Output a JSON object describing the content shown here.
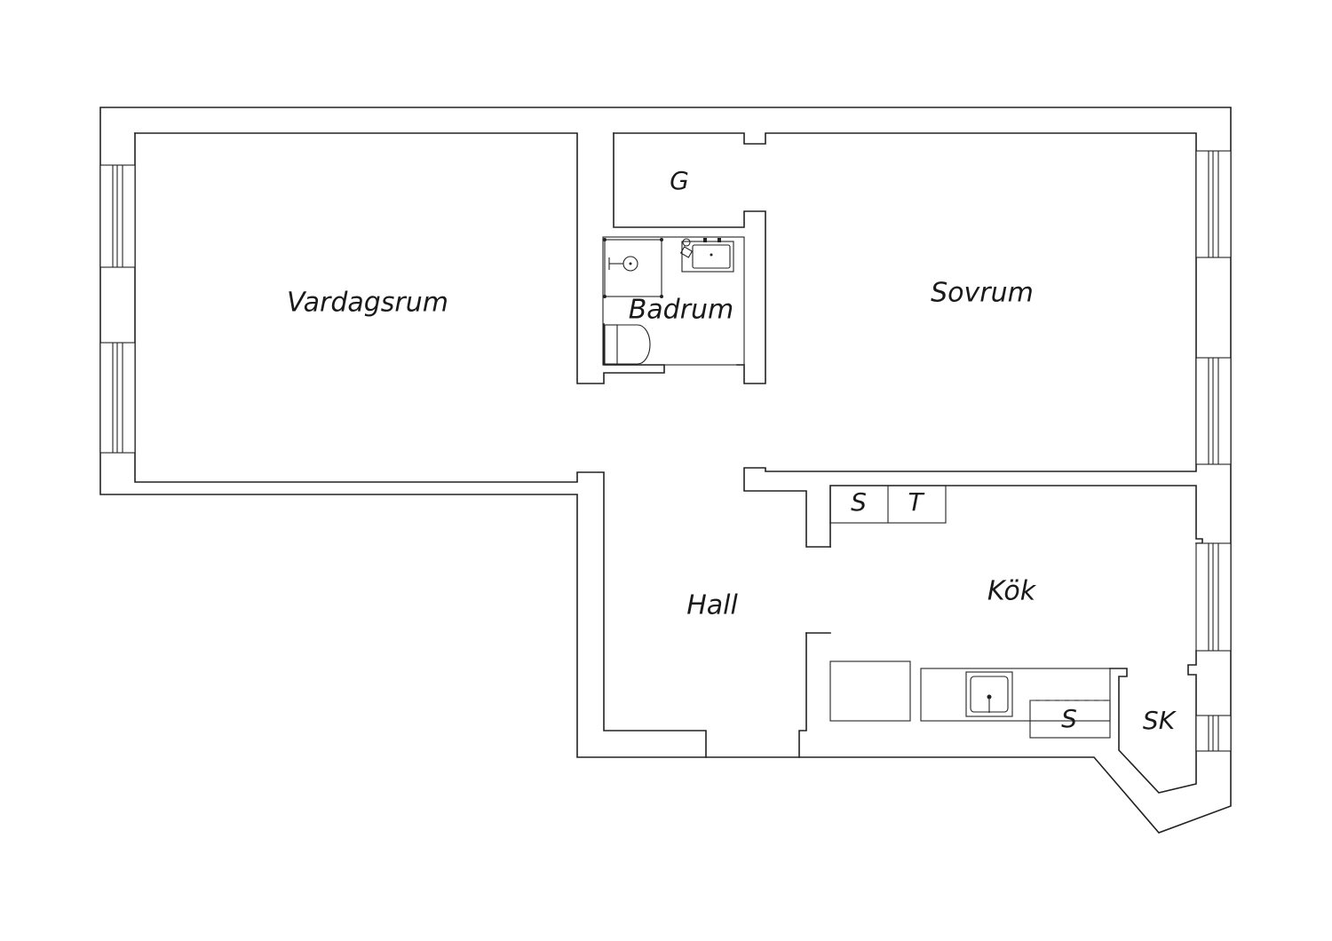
{
  "rooms": {
    "living_room": "Vardagsrum",
    "bedroom": "Sovrum",
    "bathroom": "Badrum",
    "hall": "Hall",
    "kitchen": "Kök",
    "wardrobe": "G",
    "storage_closet": "SK"
  },
  "fixtures": {
    "wardrobe_s_upper": "S",
    "wardrobe_t_upper": "T",
    "kitchen_s": "S"
  }
}
